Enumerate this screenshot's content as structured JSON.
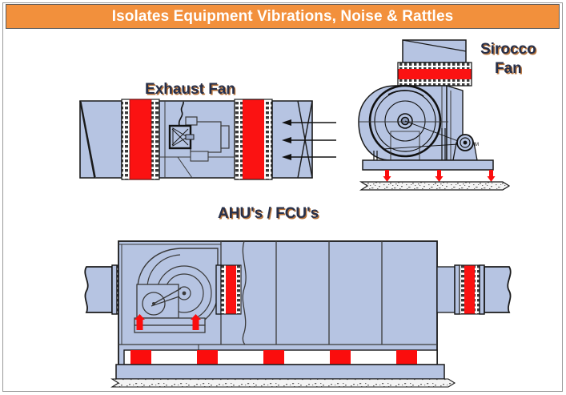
{
  "slide": {
    "title": "Isolates Equipment Vibrations, Noise & Rattles",
    "title_bar_color": "#f2903c",
    "title_text_color": "#ffffff",
    "background_color": "#ffffff",
    "border_color": "#9a9a9a"
  },
  "palette": {
    "duct_fill": "#b6c4e2",
    "duct_stroke": "#1a1a1a",
    "flex_connector_red": "#fb1212",
    "isolator_red": "#fb0d0d",
    "band_white": "#ffffff",
    "slab_fill": "#f2f2f2",
    "label_text": "#27304a",
    "label_shadow": "#b5723a",
    "outline_thin": "#3a3a3a"
  },
  "figures": [
    {
      "id": "exhaust-fan",
      "label": "Exhaust Fan",
      "label_lines": [
        "Exhaust Fan"
      ],
      "components": [
        "duct-left",
        "flex-connector-left",
        "fan-housing",
        "fan-motor",
        "flex-connector-right",
        "duct-right",
        "airflow-arrows"
      ],
      "flex_connector_count": 2,
      "airflow_arrow_count": 3,
      "airflow_direction": "right-to-left"
    },
    {
      "id": "sirocco-fan",
      "label": "Sirocco Fan",
      "label_lines": [
        "Sirocco",
        "Fan"
      ],
      "components": [
        "outlet-duct",
        "flex-connector-outlet",
        "scroll-housing",
        "fan-wheel",
        "drive-motor",
        "base-rail",
        "vibration-isolators",
        "concrete-slab"
      ],
      "flex_connector_count": 1,
      "isolator_count": 3
    },
    {
      "id": "ahu-fcu",
      "label": "AHU's / FCU's",
      "label_lines": [
        "AHU's / FCU's"
      ],
      "components": [
        "duct-left",
        "flex-connector-left",
        "cabinet",
        "blower-scroll",
        "belt-drive-motor",
        "internal-isolators",
        "flex-connector-internal",
        "coil-sections",
        "flex-connector-right",
        "duct-right",
        "base-rail",
        "isolator-pads",
        "concrete-slab"
      ],
      "flex_connector_count": 3,
      "internal_isolator_count": 2,
      "isolator_pad_count": 5,
      "cabinet_section_count": 4
    }
  ]
}
